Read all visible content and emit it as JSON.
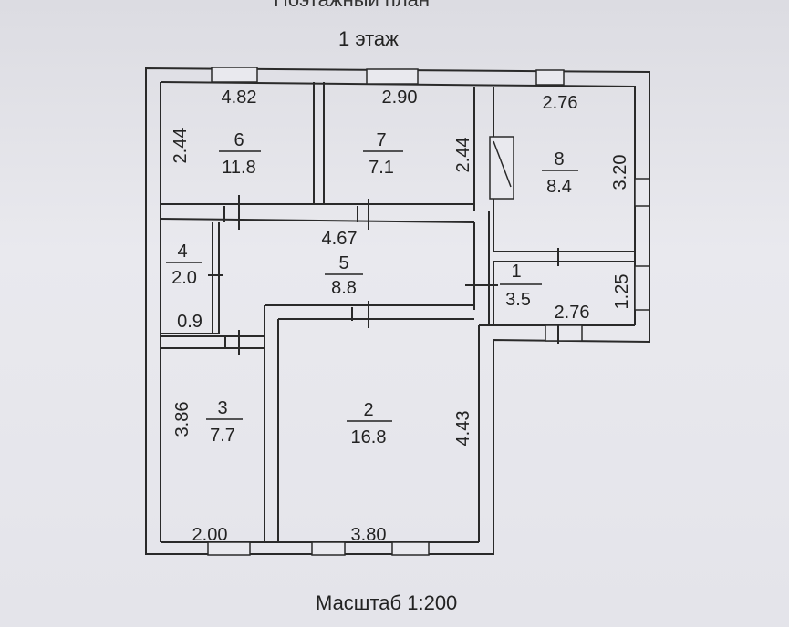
{
  "header": {
    "title": "Поэтажный план",
    "floor": "1 этаж"
  },
  "footer": {
    "scale": "Масштаб 1:200"
  },
  "rooms": [
    {
      "number": "1",
      "area": "3.5"
    },
    {
      "number": "2",
      "area": "16.8"
    },
    {
      "number": "3",
      "area": "7.7"
    },
    {
      "number": "4",
      "area": "2.0"
    },
    {
      "number": "5",
      "area": "8.8"
    },
    {
      "number": "6",
      "area": "11.8"
    },
    {
      "number": "7",
      "area": "7.1"
    },
    {
      "number": "8",
      "area": "8.4"
    }
  ],
  "dimensions": {
    "room6_width": "4.82",
    "room6_height": "2.44",
    "room7_width": "2.90",
    "room7_height": "2.44",
    "room8_width": "2.76",
    "room8_height": "3.20",
    "room5_width": "4.67",
    "room4_width": "0.9",
    "room1_width": "2.76",
    "room1_height": "1.25",
    "room3_height": "3.86",
    "room3_width": "2.00",
    "room2_width": "3.80",
    "room2_height": "4.43"
  }
}
